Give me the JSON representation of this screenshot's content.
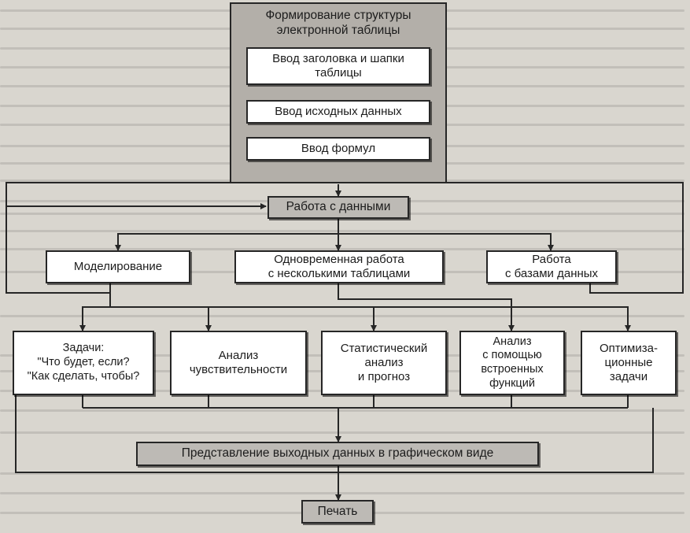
{
  "diagram": {
    "structure_group": {
      "title": "Формирование структуры\nэлектронной таблицы",
      "steps": [
        "Ввод заголовка и шапки\nтаблицы",
        "Ввод исходных данных",
        "Ввод формул"
      ]
    },
    "work": "Работа с данными",
    "modes": [
      "Моделирование",
      "Одновременная работа\nс несколькими таблицами",
      "Работа\nс базами данных"
    ],
    "tasks": [
      "Задачи:\n\"Что будет, если?\n\"Как сделать, чтобы?",
      "Анализ\nчувствительности",
      "Статистический\nанализ\nи прогноз",
      "Анализ\nс помощью\nвстроенных\nфункций",
      "Оптимиза-\nционные\nзадачи"
    ],
    "graphic": "Представление выходных данных в графическом виде",
    "print": "Печать"
  },
  "colors": {
    "page": "#d9d6cf",
    "box_fill": "#ffffff",
    "gray_fill": "#bdbab5",
    "outer_fill": "#b3afa9",
    "line": "#262626"
  }
}
